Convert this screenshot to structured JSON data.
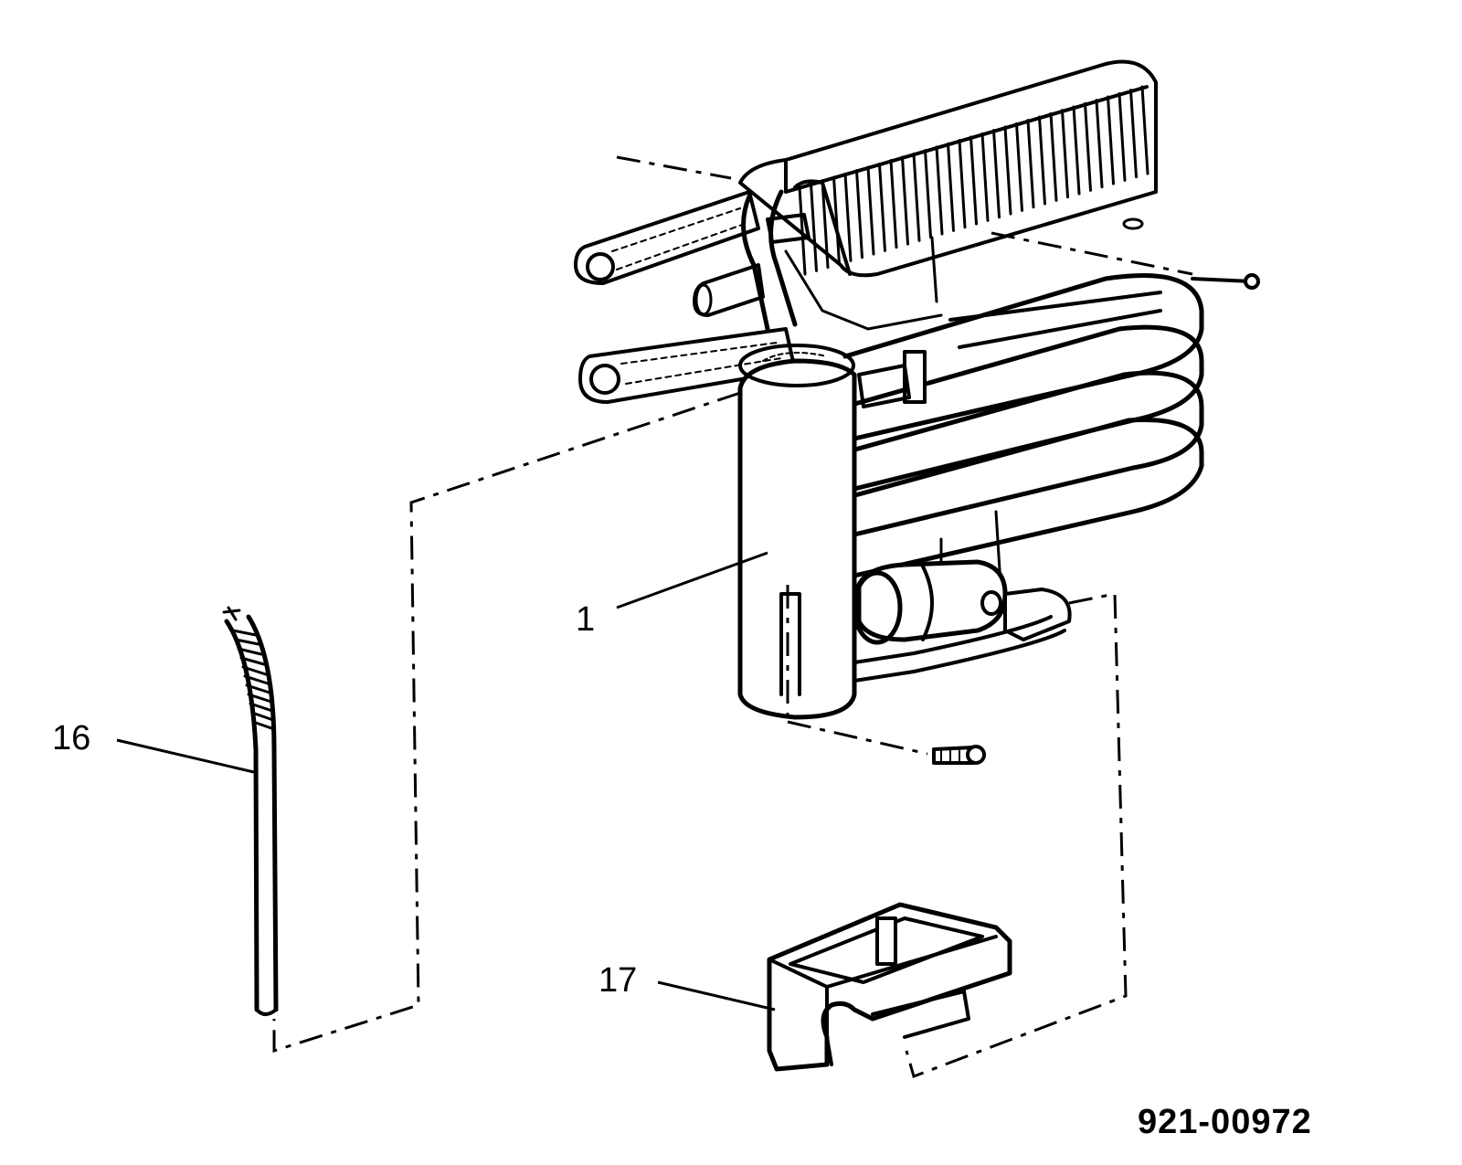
{
  "callouts": {
    "part_1": "1",
    "part_16": "16",
    "part_17": "17"
  },
  "figure_number": "921-00972",
  "colors": {
    "ink": "#000000",
    "paper": "#ffffff"
  }
}
